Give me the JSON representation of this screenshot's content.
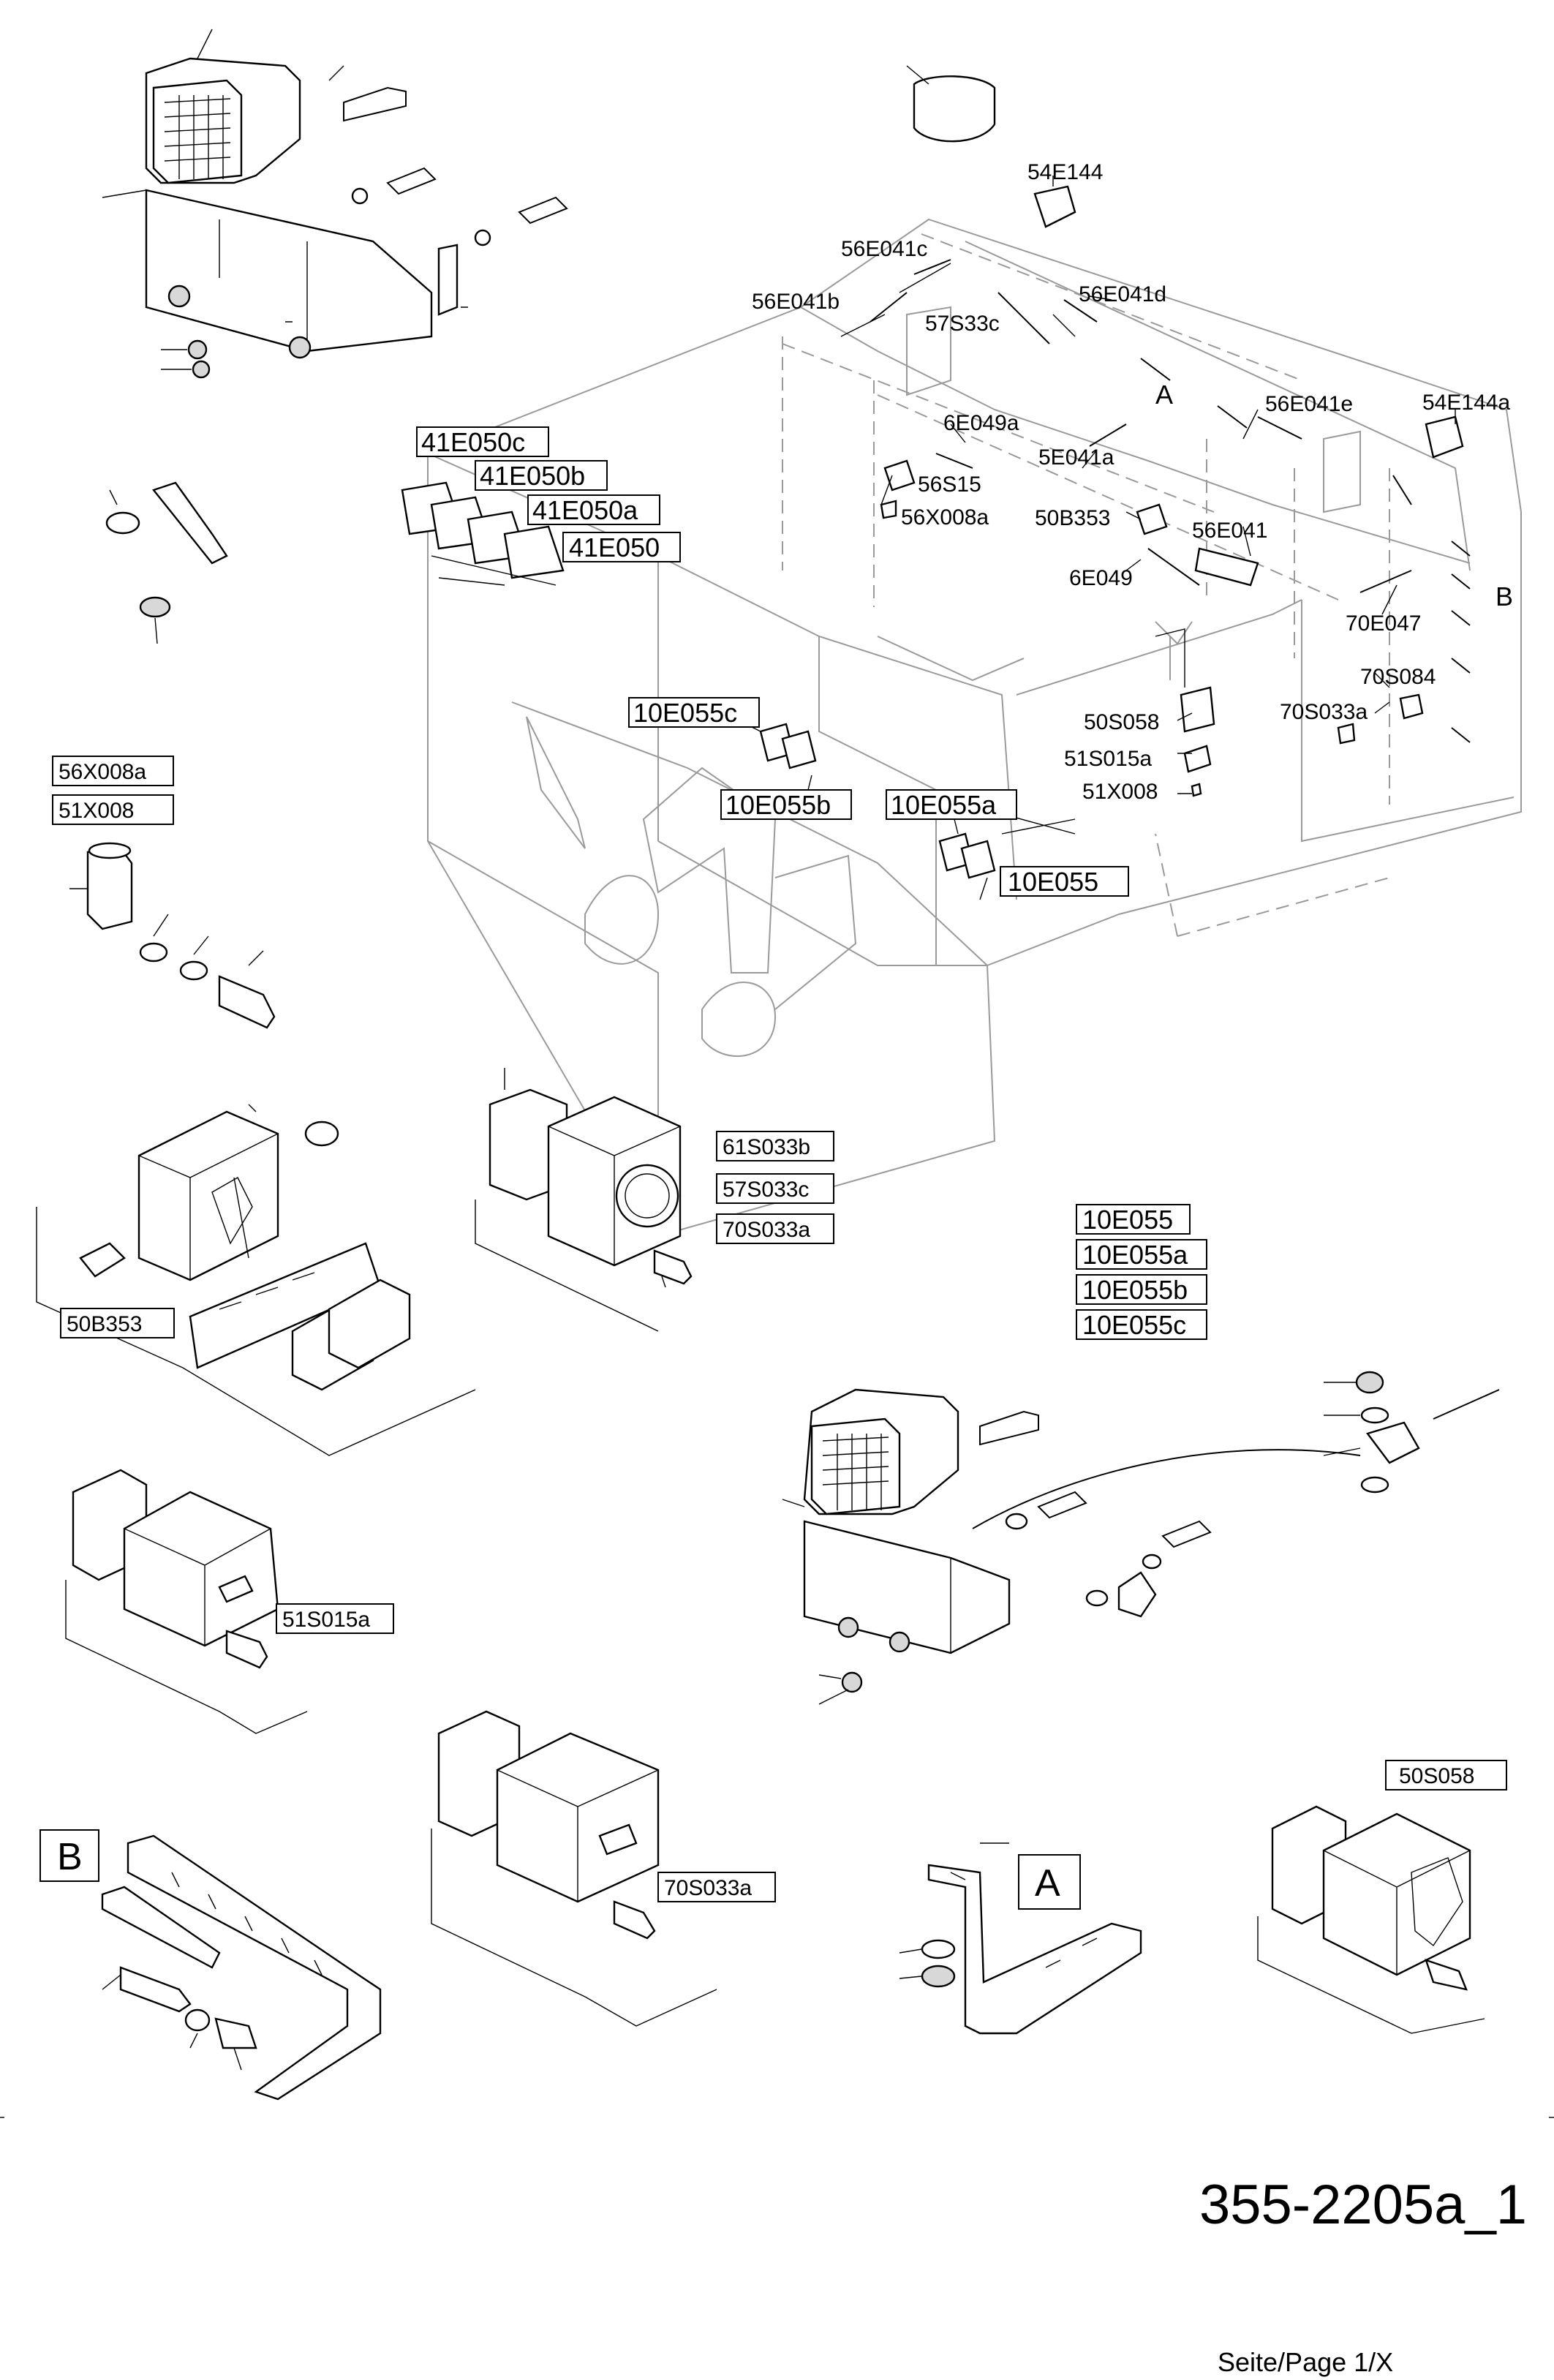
{
  "drawing": {
    "number": "355-2205a_1",
    "page": "Seite/Page 1/X"
  },
  "labels": {
    "p54E144": "54E144",
    "p54E144a": "54E144a",
    "p56E041c": "56E041c",
    "p56E041b": "56E041b",
    "p56E041d": "56E041d",
    "p57S33c": "57S33c",
    "p56E041e": "56E041e",
    "p6E049a": "6E049a",
    "p5E041a": "5E041a",
    "p56S15": "56S15",
    "p56X008a_main": "56X008a",
    "p50B353_main": "50B353",
    "p56E041": "56E041",
    "p6E049": "6E049",
    "p70E047": "70E047",
    "p70S084": "70S084",
    "p70S033a_main": "70S033a",
    "p50S058_main": "50S058",
    "p51S015a_main": "51S015a",
    "p51X008_main": "51X008",
    "viewA_main": "A",
    "viewB_main": "B"
  },
  "boxed": {
    "g41": [
      "41E050c",
      "41E050b",
      "41E050a",
      "41E050"
    ],
    "b10E055c": "10E055c",
    "b10E055b": "10E055b",
    "b10E055a": "10E055a",
    "b10E055": "10E055",
    "detail_56X008a": "56X008a",
    "detail_51X008": "51X008",
    "switch_group": [
      "61S033b",
      "57S033c",
      "70S033a"
    ],
    "lamp_group": [
      "10E055",
      "10E055a",
      "10E055b",
      "10E055c"
    ],
    "detail_50B353": "50B353",
    "detail_51S015a": "51S015a",
    "detail_70S033a": "70S033a",
    "detail_50S058": "50S058",
    "view_B": "B",
    "view_A": "A"
  }
}
